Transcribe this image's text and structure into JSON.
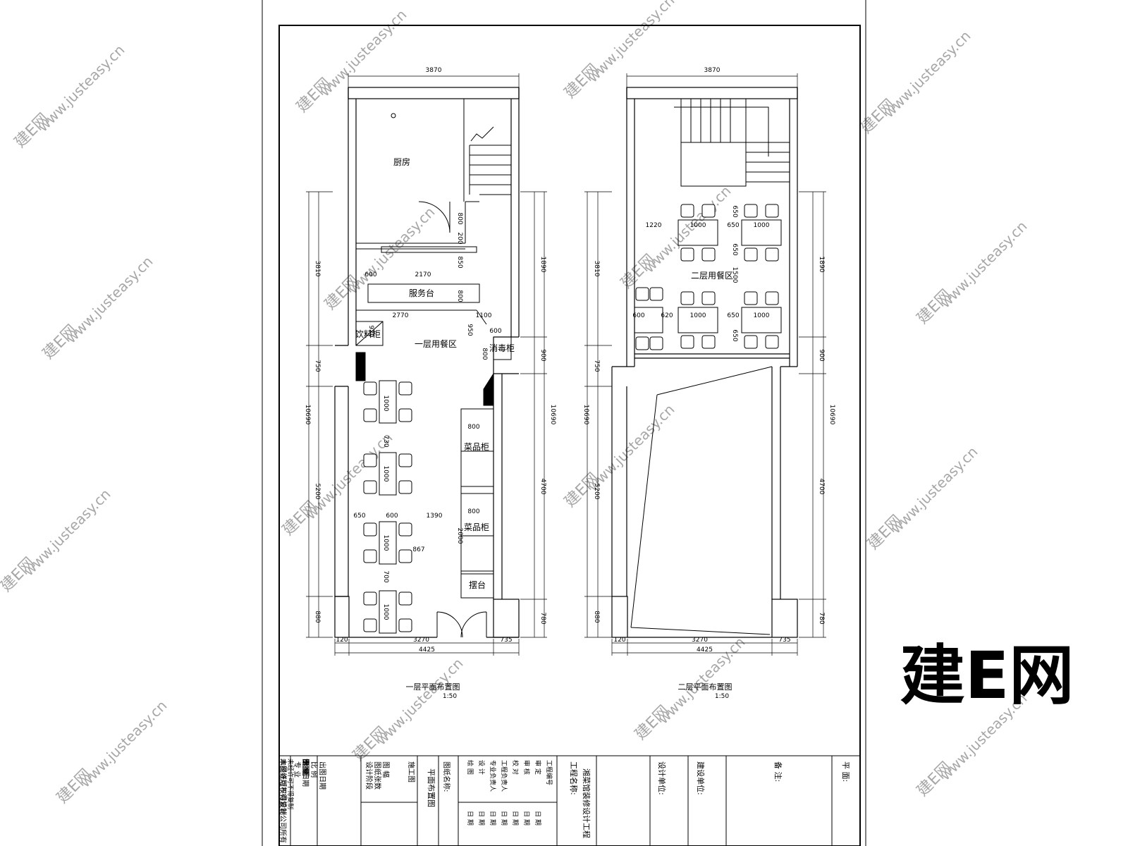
{
  "floor1": {
    "dim_top": "3870",
    "dim_left_total": "10690",
    "dim_left_parts": [
      "3810",
      "750",
      "5200",
      "880"
    ],
    "dim_right_total": "10690",
    "dim_right_parts": [
      "1890",
      "900",
      "4700",
      "780"
    ],
    "dim_bottom_parts": [
      "120",
      "3270",
      "735"
    ],
    "dim_bottom_total": "4425",
    "kitchen": "厨房",
    "service_counter": "服务台",
    "drinks_cabinet": "饮料柜",
    "dining_area": "一层用餐区",
    "disinfection_cabinet": "消毒柜",
    "dish_cabinet_1": "菜品柜",
    "dish_cabinet_2": "菜品柜",
    "display_counter": "摆台",
    "dims_inner": [
      "800",
      "200",
      "850",
      "600",
      "2170",
      "800",
      "2770",
      "1100",
      "920",
      "950",
      "600",
      "800",
      "1000",
      "730",
      "1000",
      "650",
      "600",
      "1390",
      "800",
      "2000",
      "1000",
      "867",
      "700",
      "800",
      "1000"
    ],
    "title": "一层平面布置图",
    "scale": "1:50"
  },
  "floor2": {
    "dim_top": "3870",
    "dim_left_total": "10690",
    "dim_left_parts": [
      "3810",
      "750",
      "5200",
      "880"
    ],
    "dim_right_total": "10690",
    "dim_right_parts": [
      "1890",
      "900",
      "4700",
      "780"
    ],
    "dim_bottom_parts": [
      "120",
      "3270",
      "735"
    ],
    "dim_bottom_total": "4425",
    "dining_area": "二层用餐区",
    "dims_inner": [
      "1220",
      "1000",
      "650",
      "1000",
      "650",
      "650",
      "1500",
      "650",
      "600",
      "620",
      "1000",
      "650",
      "1000"
    ],
    "title": "二层平面布置图",
    "scale": "1:50"
  },
  "title_block": {
    "c1": [
      "本图纸版权归设计公司所有",
      "未经许可不得复制"
    ],
    "c2": [
      "专 业",
      "图 号",
      "比 例",
      "出图日期"
    ],
    "c3": [
      "设计阶段",
      "图纸张数",
      "图 幅"
    ],
    "c4": [
      "施工图",
      "平面布置图"
    ],
    "c5": [
      "图纸名称:"
    ],
    "c6": [
      "绘 图",
      "设 计",
      "专业负责人",
      "工程负责人",
      "校 对",
      "审 核",
      "审 定",
      "工程编号"
    ],
    "c7": [
      "日 期",
      "日 期",
      "日 期",
      "日 期",
      "日 期",
      "日 期",
      "日 期"
    ],
    "c8": [
      "工程名称:",
      "湘菜馆装修设计工程"
    ],
    "c9": [
      "设计单位:"
    ],
    "c10": [
      "建设单位:"
    ],
    "c11": [
      "备 注:"
    ],
    "c12": [
      "平 面:"
    ]
  },
  "watermark": {
    "brand": "建E网",
    "url": "www.justeasy.cn"
  }
}
